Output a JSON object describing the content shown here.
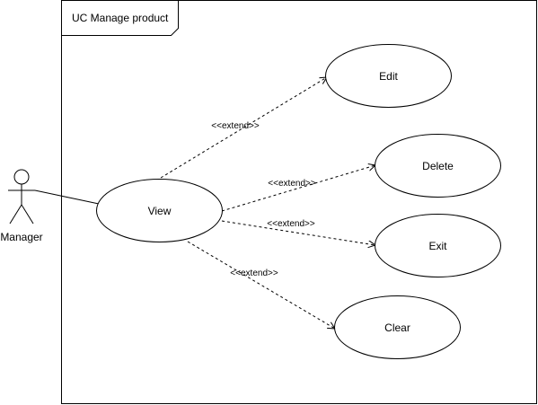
{
  "frame": {
    "title": "UC Manage product"
  },
  "actor": {
    "name": "Manager"
  },
  "use_cases": {
    "view": "View",
    "edit": "Edit",
    "delete": "Delete",
    "exit": "Exit",
    "clear": "Clear"
  },
  "relations": {
    "view_edit": "<<extend>>",
    "view_delete": "<<extend>>",
    "view_exit": "<<extend>>",
    "view_clear": "<<extend>>"
  },
  "colors": {
    "stroke": "#000000",
    "fill": "#ffffff",
    "text": "#000000"
  }
}
